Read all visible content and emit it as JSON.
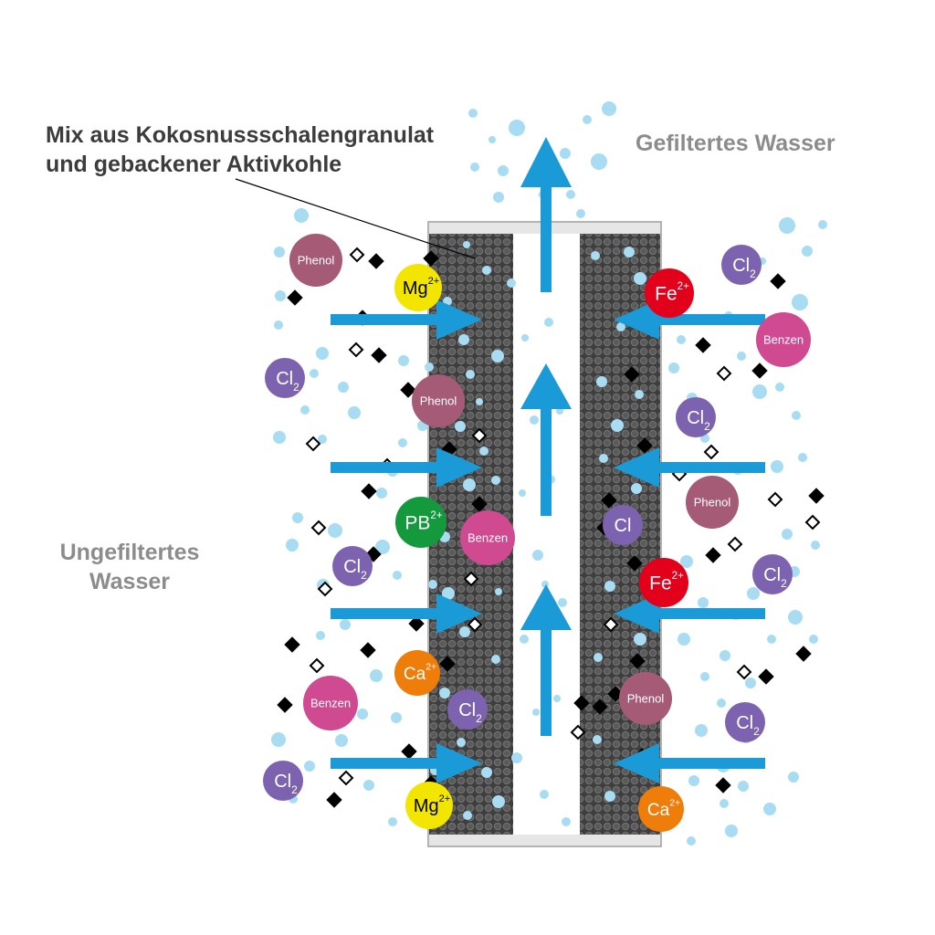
{
  "labels": {
    "material_line1": "Mix aus Kokosnussschalengranulat",
    "material_line2": "und gebackener Aktivkohle",
    "filtered": "Gefiltertes Wasser",
    "unfiltered_line1": "Ungefiltertes",
    "unfiltered_line2": "Wasser"
  },
  "colors": {
    "water_arrow": "#1a9ad6",
    "bubble": "#a8dcf2",
    "carbon": "#4a4a4a",
    "phenol": "#a55a75",
    "benzen": "#d04a92",
    "chlorine": "#7d62b0",
    "magnesium": "#f2e600",
    "iron": "#e2001a",
    "lead": "#149a3c",
    "calcium": "#ef7d0a"
  },
  "substances": {
    "phenol": "Phenol",
    "benzen": "Benzen",
    "cl": "Cl",
    "cl_sub": "2",
    "mg": "Mg",
    "fe": "Fe",
    "pb": "PB",
    "ca": "Ca",
    "charge": "2+"
  }
}
